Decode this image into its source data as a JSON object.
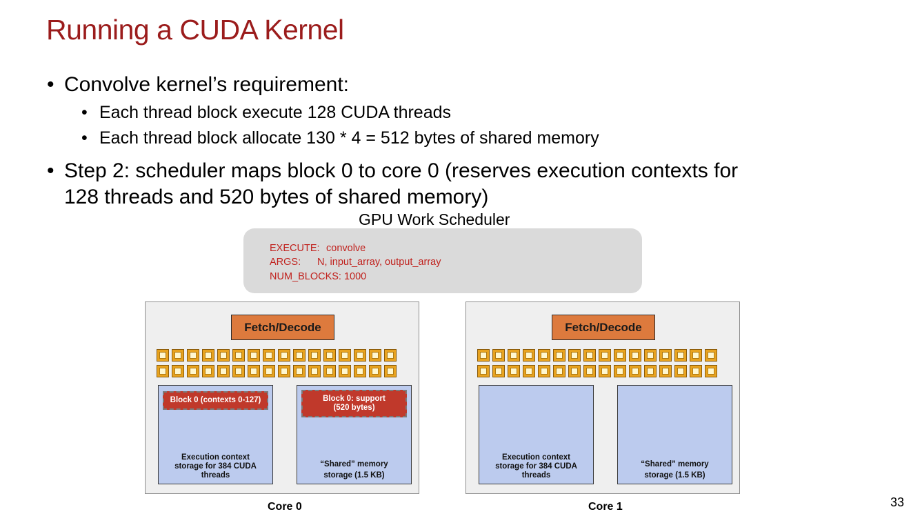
{
  "slide": {
    "title": "Running a CUDA Kernel",
    "page_number": "33"
  },
  "bullets": {
    "b1": "Convolve kernel’s requirement:",
    "b1_sub1": "Each thread block execute 128 CUDA threads",
    "b1_sub2": "Each thread block allocate 130 * 4 = 512 bytes of shared memory",
    "b2_line1": "Step 2: scheduler maps block 0 to core 0 (reserves execution contexts for",
    "b2_line2": "128 threads and 520 bytes of shared memory)",
    "bullet_char": "•"
  },
  "scheduler": {
    "title": "GPU Work Scheduler",
    "execute_key": "EXECUTE:",
    "execute_val": "convolve",
    "args_key": "ARGS:",
    "args_val": "N, input_array, output_array",
    "numblocks_key": "NUM_BLOCKS:",
    "numblocks_val": "1000"
  },
  "cores": [
    {
      "label": "Core 0",
      "fetch": "Fetch/Decode",
      "exec_label_1": "Execution context",
      "exec_label_2": "storage for 384 CUDA",
      "exec_label_3": "threads",
      "shared_label_1": "“Shared” memory",
      "shared_label_2": "storage (1.5 KB)",
      "block_ctx": "Block 0 (contexts 0-127)",
      "block_support_1": "Block 0: support",
      "block_support_2": "(520 bytes)"
    },
    {
      "label": "Core 1",
      "fetch": "Fetch/Decode",
      "exec_label_1": "Execution context",
      "exec_label_2": "storage for 384 CUDA",
      "exec_label_3": "threads",
      "shared_label_1": "“Shared” memory",
      "shared_label_2": "storage (1.5 KB)"
    }
  ],
  "colors": {
    "title": "#9b1c1c",
    "scheduler_text": "#c0201c",
    "fetch_decode": "#dd7a3d",
    "alu": "#e8a320",
    "storage": "#bccbee",
    "block": "#c0392b"
  }
}
